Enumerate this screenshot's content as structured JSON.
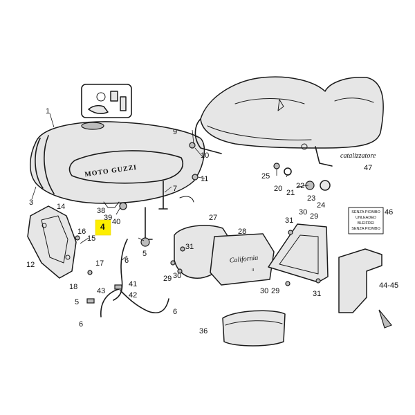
{
  "callouts": {
    "c1": "1",
    "c3": "3",
    "c4": "4",
    "c5a": "5",
    "c5b": "5",
    "c6a": "6",
    "c6b": "6",
    "c6c": "6",
    "c7": "7",
    "c9": "9",
    "c10": "10",
    "c11": "11",
    "c12": "12",
    "c14": "14",
    "c15": "15",
    "c16": "16",
    "c17": "17",
    "c18": "18",
    "c20": "20",
    "c21": "21",
    "c22": "22",
    "c23": "23",
    "c24": "24",
    "c25": "25",
    "c27": "27",
    "c28": "28",
    "c29a": "29",
    "c29b": "29",
    "c29c": "29",
    "c30a": "30",
    "c30b": "30",
    "c30c": "30",
    "c31a": "31",
    "c31b": "31",
    "c31c": "31",
    "c36": "36",
    "c38": "38",
    "c39": "39",
    "c40": "40",
    "c41": "41",
    "c42": "42",
    "c43": "43",
    "c44_45": "44-45",
    "c46": "46",
    "c47": "47"
  },
  "highlighted_callout": "4",
  "tank_brand": "MOTO GUZZI",
  "side_panel_script": "California",
  "side_panel_badge": "II",
  "catalyst_label": "catalizzatore",
  "fuel_label_lines": [
    "SENZA PIOMBO",
    "UNLEADED",
    "BLEIFREI",
    "SENZA PIOMBO"
  ],
  "colors": {
    "highlight": "#fdee00",
    "line": "#1a1a1a"
  }
}
